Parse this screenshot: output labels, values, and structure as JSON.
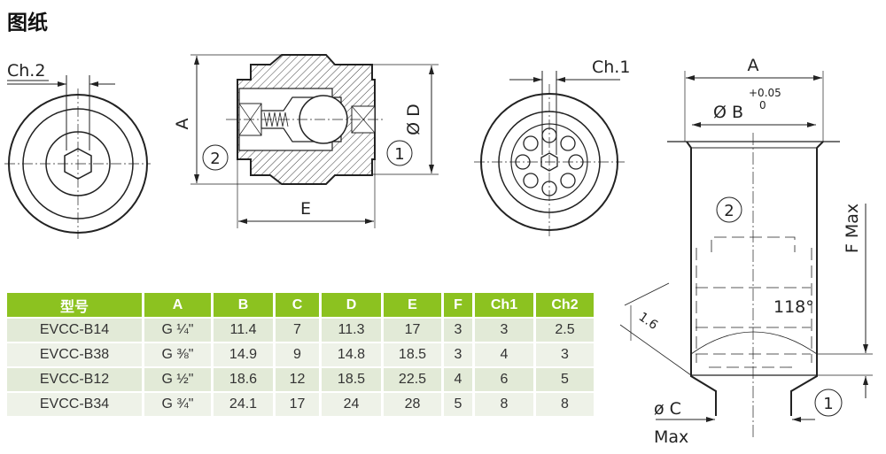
{
  "title": "图纸",
  "drawing_labels": {
    "ch2": "Ch.2",
    "ch1": "Ch.1",
    "a": "A",
    "d": "Ø D",
    "e": "E",
    "port1": "1",
    "port2": "2",
    "b": "Ø B",
    "tol_upper": "+0.05",
    "tol_lower": "0",
    "f_max": "F Max",
    "angle": "118°",
    "chamfer": "1.6",
    "c": "ø C",
    "max": "Max"
  },
  "table": {
    "headers": [
      "型号",
      "A",
      "B",
      "C",
      "D",
      "E",
      "F",
      "Ch1",
      "Ch2"
    ],
    "rows": [
      [
        "EVCC-B14",
        "G ¼\"",
        "11.4",
        "7",
        "11.3",
        "17",
        "3",
        "3",
        "2.5"
      ],
      [
        "EVCC-B38",
        "G ⅜\"",
        "14.9",
        "9",
        "14.8",
        "18.5",
        "3",
        "4",
        "3"
      ],
      [
        "EVCC-B12",
        "G ½\"",
        "18.6",
        "12",
        "18.5",
        "22.5",
        "4",
        "6",
        "5"
      ],
      [
        "EVCC-B34",
        "G ¾\"",
        "24.1",
        "17",
        "24",
        "28",
        "5",
        "8",
        "8"
      ]
    ]
  },
  "colors": {
    "header_green": "#8cc220",
    "row_odd": "#e2ead7",
    "row_even": "#eef2e8"
  }
}
